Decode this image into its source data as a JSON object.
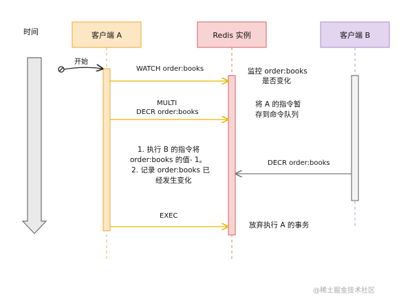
{
  "time_label": "时间",
  "participants": {
    "client_a": {
      "label": "客户端 A",
      "fill": "#fde6c4",
      "stroke": "#f0b34a"
    },
    "redis": {
      "label": "Redis 实例",
      "fill": "#f8d3d3",
      "stroke": "#d97777"
    },
    "client_b": {
      "label": "客户端 B",
      "fill": "#e3d4ef",
      "stroke": "#b79bd1"
    }
  },
  "start_label": "开始",
  "messages": {
    "watch": "WATCH order:books",
    "multi_line1": "MULTI",
    "multi_line2": "DECR order:books",
    "decr_b": "DECR order:books",
    "exec": "EXEC"
  },
  "notes": {
    "watch_line1": "监控 order:books",
    "watch_line2": "是否变化",
    "queue_line1": "将 A 的指令暂",
    "queue_line2": "存到命令队列",
    "exec_b_line1": "1. 执行 B 的指令将",
    "exec_b_line2": "order:books 的值- 1。",
    "exec_b_line3": "2. 记录 order:books 已",
    "exec_b_line4": "经发生变化",
    "abort": "放弃执行 A 的事务"
  },
  "watermark": "@稀土掘金技术社区",
  "colors": {
    "arrow_yellow": "#e8b800",
    "arrow_gray": "#7a7a7a",
    "time_arrow_fill": "#e9e9e9",
    "time_arrow_stroke": "#6e6e6e"
  }
}
